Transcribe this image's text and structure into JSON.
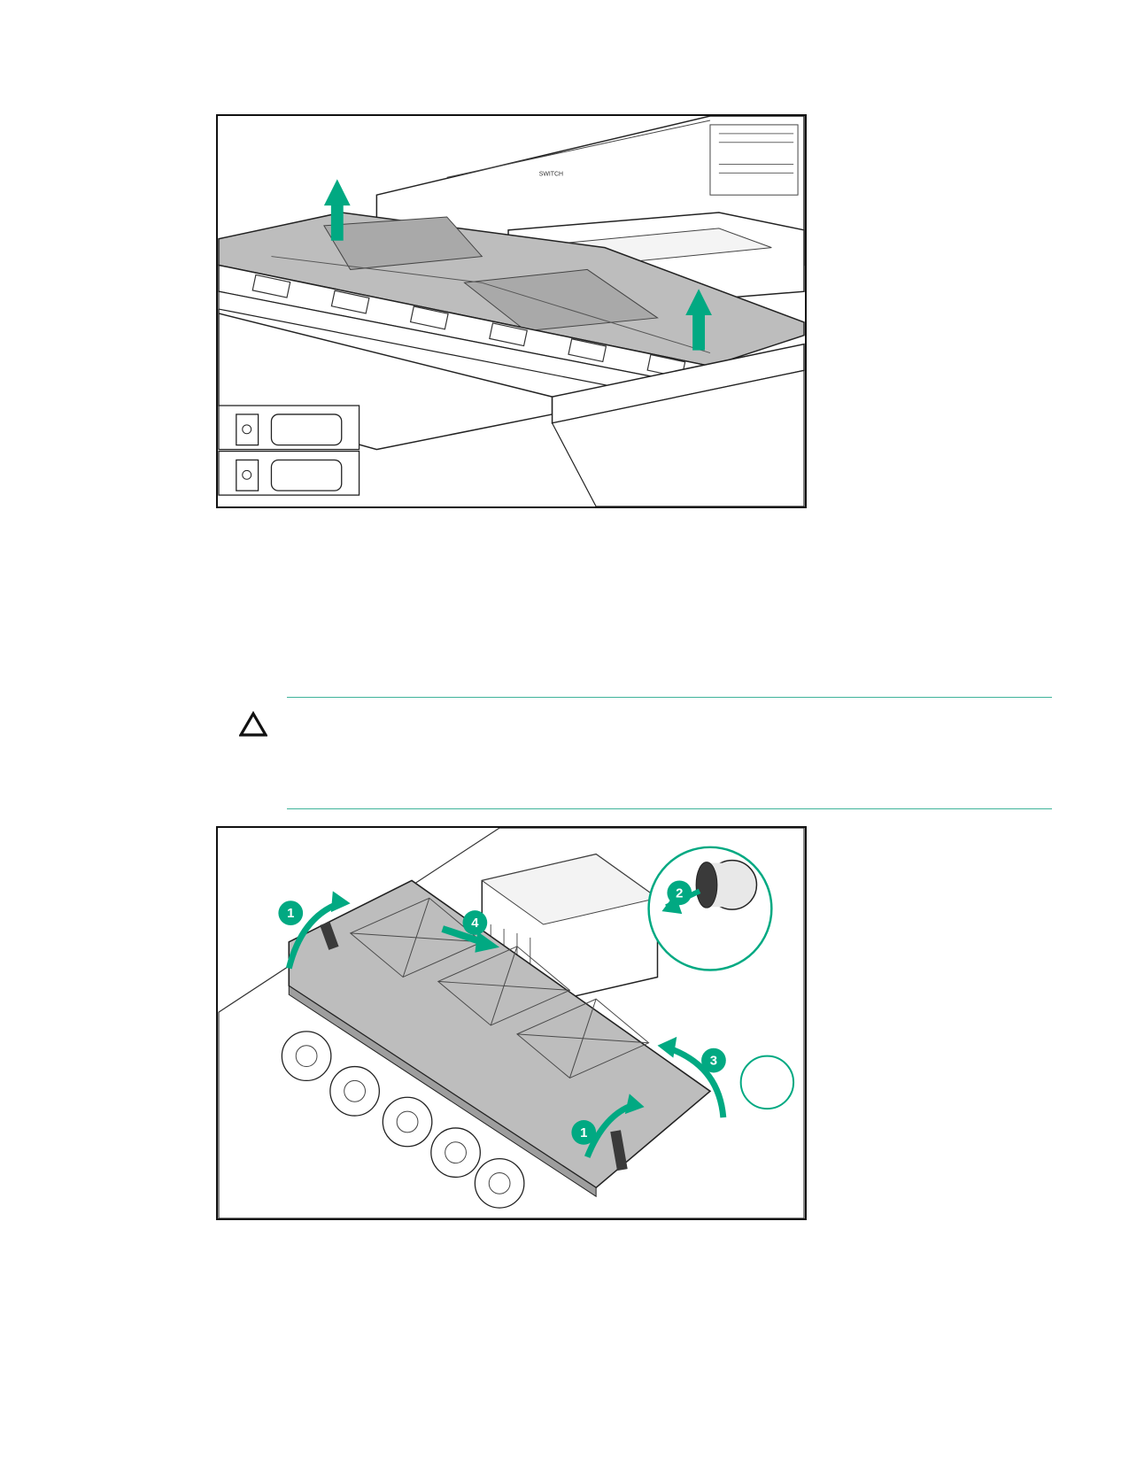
{
  "figure1": {
    "alt": "Remove fan-cage air baffle: lift up on both sides",
    "stamp": "SWITCH"
  },
  "caution": {
    "icon": "caution-triangle-icon",
    "accent": "#3fb39a"
  },
  "figure2": {
    "callouts": [
      "1",
      "2",
      "3",
      "4",
      "1"
    ]
  },
  "colors": {
    "accent": "#01a982",
    "rule": "#3fb39a",
    "line": "#111111",
    "part": "#bdbdbd"
  }
}
